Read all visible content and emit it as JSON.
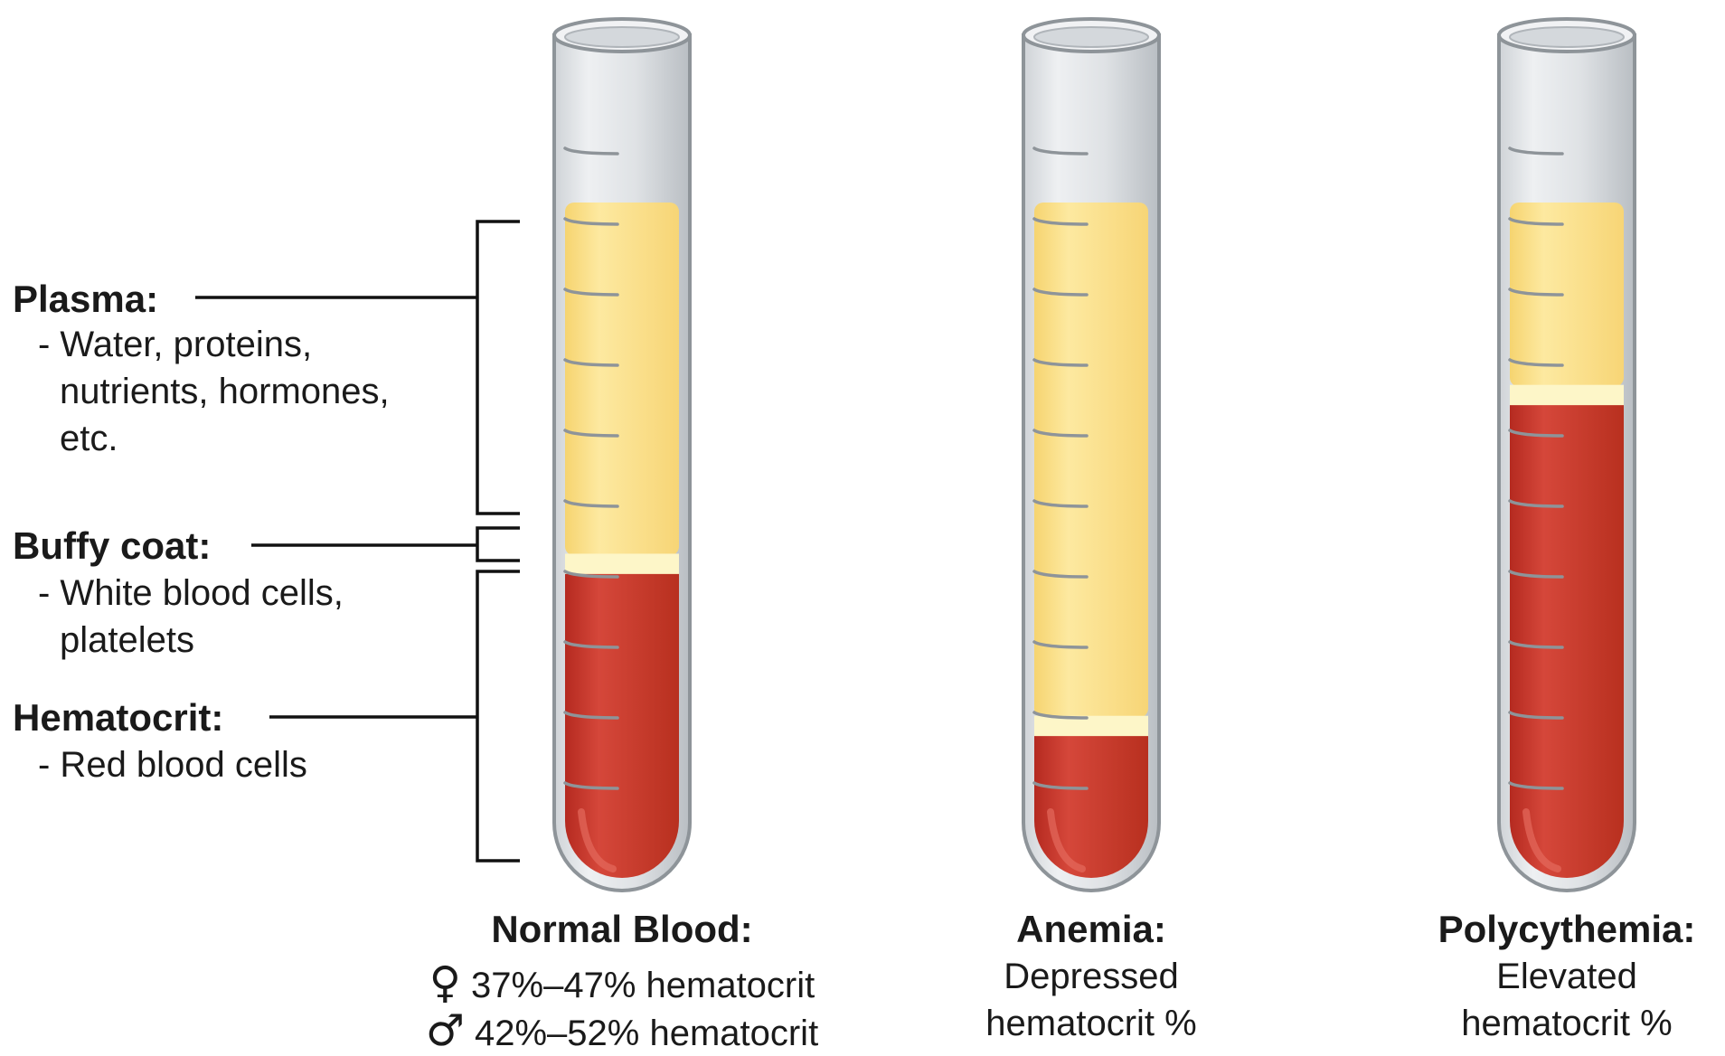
{
  "labels": {
    "plasma": {
      "title": "Plasma:",
      "lines": [
        "- Water, proteins,",
        "nutrients, hormones,",
        "etc."
      ]
    },
    "buffy_coat": {
      "title": "Buffy coat:",
      "lines": [
        "- White blood cells,",
        "platelets"
      ]
    },
    "hematocrit": {
      "title": "Hematocrit:",
      "lines": [
        "- Red blood cells"
      ]
    }
  },
  "tubes": [
    {
      "name": "Normal Blood:",
      "lines": [
        {
          "symbol": "♀",
          "text": "37%–47% hematocrit"
        },
        {
          "symbol": "♂",
          "text": "42%–52% hematocrit"
        }
      ],
      "plasma_fraction": 0.52,
      "buffy_fraction": 0.03,
      "rbc_fraction": 0.45
    },
    {
      "name": "Anemia:",
      "lines": [
        {
          "text": "Depressed"
        },
        {
          "text": "hematocrit %"
        }
      ],
      "plasma_fraction": 0.76,
      "buffy_fraction": 0.03,
      "rbc_fraction": 0.21
    },
    {
      "name": "Polycythemia:",
      "lines": [
        {
          "text": "Elevated"
        },
        {
          "text": "hematocrit %"
        }
      ],
      "plasma_fraction": 0.27,
      "buffy_fraction": 0.03,
      "rbc_fraction": 0.7
    }
  ],
  "colors": {
    "plasma": "#fbe08a",
    "plasma_highlight": "#fdf0b8",
    "buffy_coat": "#fdf6c8",
    "rbc": "#c9362a",
    "rbc_highlight": "#e46a5c",
    "tube_glass": "#e4e6e9",
    "tube_outline": "#8e9499",
    "graduation": "#8e9499"
  }
}
